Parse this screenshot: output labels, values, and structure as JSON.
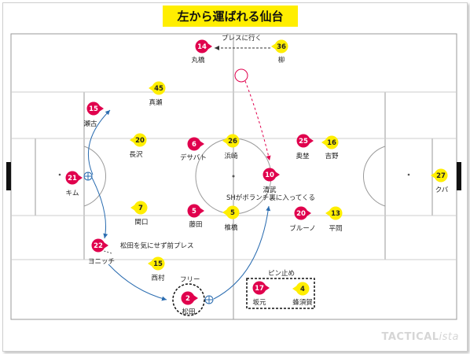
{
  "title": "左から運ばれる仙台",
  "colors": {
    "home": "#e0004d",
    "away": "#ffee00",
    "line": "#888888",
    "arrow": "#2a6cb0",
    "press": "#e0004d"
  },
  "players": [
    {
      "num": "14",
      "name": "丸橋",
      "team": "home"
    },
    {
      "num": "36",
      "name": "柳",
      "team": "away"
    },
    {
      "num": "45",
      "name": "真瀬",
      "team": "away"
    },
    {
      "num": "15",
      "name": "瀬古",
      "team": "home"
    },
    {
      "num": "20",
      "name": "長沢",
      "team": "away"
    },
    {
      "num": "6",
      "name": "デサバト",
      "team": "home"
    },
    {
      "num": "26",
      "name": "浜崎",
      "team": "away"
    },
    {
      "num": "25",
      "name": "奥埜",
      "team": "home"
    },
    {
      "num": "16",
      "name": "吉野",
      "team": "away"
    },
    {
      "num": "10",
      "name": "清武",
      "team": "home"
    },
    {
      "num": "21",
      "name": "キム",
      "team": "home"
    },
    {
      "num": "27",
      "name": "クバ",
      "team": "away"
    },
    {
      "num": "7",
      "name": "関口",
      "team": "away"
    },
    {
      "num": "5",
      "name": "藤田",
      "team": "home"
    },
    {
      "num": "5",
      "name": "椎橋",
      "team": "away"
    },
    {
      "num": "20",
      "name": "ブルーノ",
      "team": "home"
    },
    {
      "num": "13",
      "name": "平岡",
      "team": "away"
    },
    {
      "num": "22",
      "name": "ヨニッチ",
      "team": "home"
    },
    {
      "num": "15",
      "name": "西村",
      "team": "away"
    },
    {
      "num": "2",
      "name": "松田",
      "team": "home"
    },
    {
      "num": "17",
      "name": "坂元",
      "team": "home"
    },
    {
      "num": "4",
      "name": "蜂須賀",
      "team": "away"
    }
  ],
  "annotations": {
    "press": "プレスに行く",
    "sh": "SHがボランチ裏に入ってくる",
    "matsuda": "松田を気にせず前プレス",
    "free": "フリー",
    "pin": "ピン止め"
  },
  "watermark": {
    "main": "TACTICAL",
    "sub": "ista"
  }
}
